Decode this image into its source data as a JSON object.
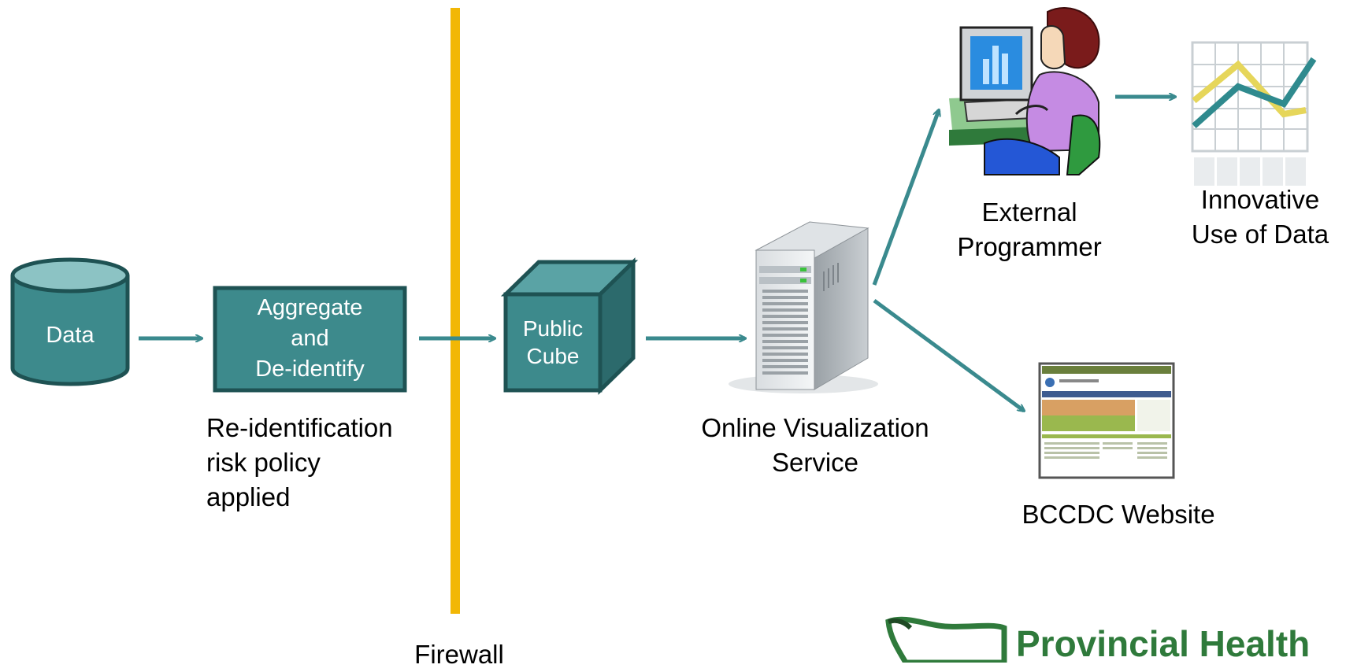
{
  "nodes": {
    "data": {
      "label": "Data"
    },
    "aggregate": {
      "lines": [
        "Aggregate",
        "and",
        "De-identify"
      ]
    },
    "public_cube": {
      "lines": [
        "Public",
        "Cube"
      ]
    }
  },
  "captions": {
    "reid_policy": [
      "Re-identification",
      "risk policy",
      "applied"
    ],
    "firewall": "Firewall",
    "online_service": [
      "Online Visualization",
      "Service"
    ],
    "external_programmer": [
      "External",
      "Programmer"
    ],
    "innovative_use": [
      "Innovative",
      "Use of Data"
    ],
    "bccdc_website": "BCCDC Website"
  },
  "brand": {
    "text": "Provincial Health"
  },
  "colors": {
    "teal_fill": "#3d8a8c",
    "teal_dark": "#1e5253",
    "teal_top": "#8cc3c4",
    "arrow": "#3a8a8e",
    "firewall": "#f2b705",
    "brand_green": "#2f7a3b"
  },
  "icons": {
    "server": "server-tower-icon",
    "programmer": "person-at-computer-icon",
    "chart": "line-chart-icon",
    "website": "website-screenshot-icon",
    "logo": "provincial-health-logo-icon"
  }
}
